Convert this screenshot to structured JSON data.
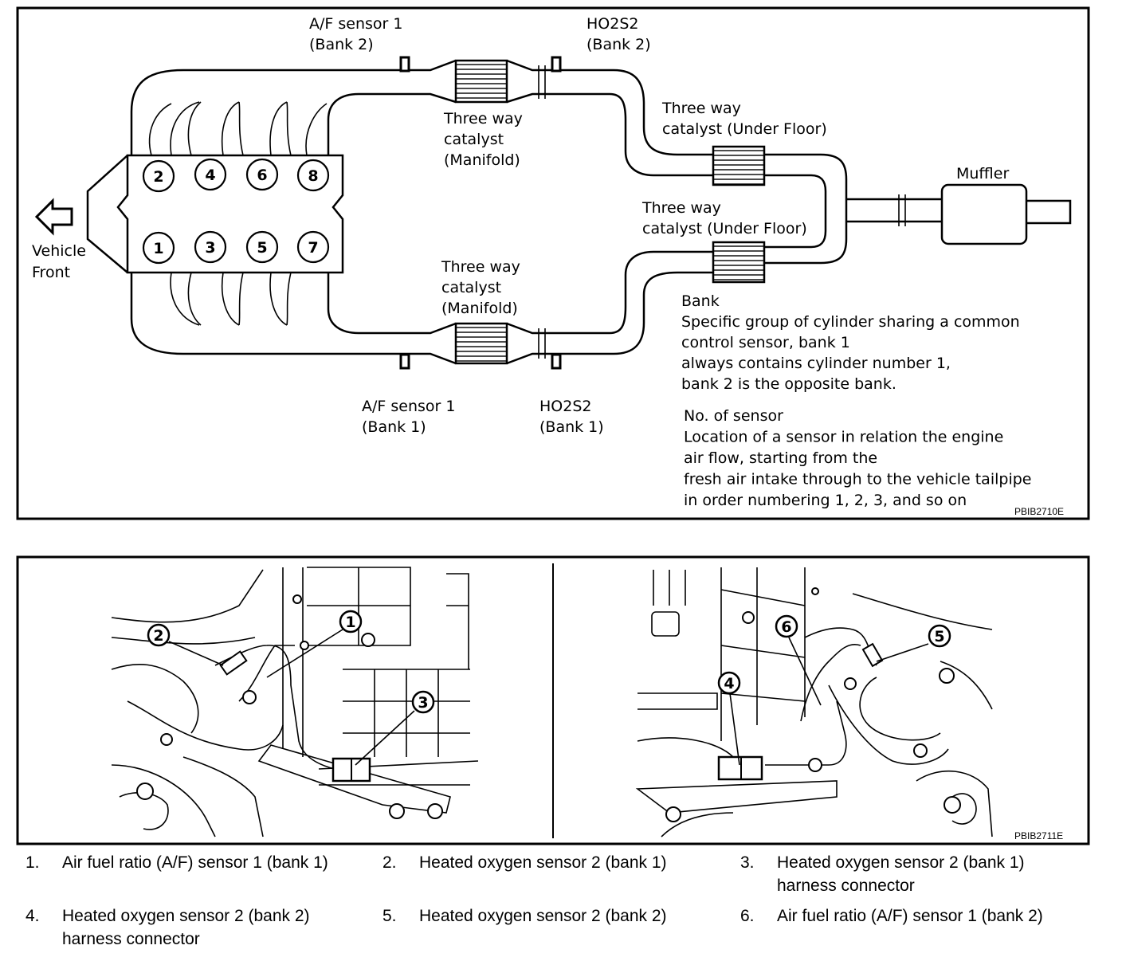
{
  "top_panel": {
    "labels": {
      "af_sensor_bank2": [
        "A/F sensor 1",
        "(Bank 2)"
      ],
      "ho2s2_bank2": [
        "HO2S2",
        "(Bank 2)"
      ],
      "catalyst_manifold_top": [
        "Three way",
        "catalyst",
        "(Manifold)"
      ],
      "catalyst_underfloor_top": [
        "Three way",
        "catalyst (Under Floor)"
      ],
      "muffler": "Muffler",
      "catalyst_underfloor_bottom": [
        "Three way",
        "catalyst (Under Floor)"
      ],
      "vehicle_front": [
        "Vehicle",
        "Front"
      ],
      "catalyst_manifold_bottom": [
        "Three way",
        "catalyst",
        "(Manifold)"
      ],
      "af_sensor_bank1": [
        "A/F sensor 1",
        "(Bank 1)"
      ],
      "ho2s2_bank1": [
        "HO2S2",
        "(Bank 1)"
      ]
    },
    "cylinders_top": [
      "2",
      "4",
      "6",
      "8"
    ],
    "cylinders_bottom": [
      "1",
      "3",
      "5",
      "7"
    ],
    "bank_note": [
      "Bank",
      "Specific group of cylinder sharing a common",
      "control sensor, bank 1",
      "always contains cylinder number 1,",
      "bank 2 is the opposite bank."
    ],
    "sensor_note": [
      "No. of sensor",
      "Location of a sensor in relation the engine",
      "air flow, starting from the",
      "fresh air intake through to the vehicle tailpipe",
      "in order numbering 1, 2, 3, and so on"
    ],
    "code": "PBIB2710E"
  },
  "bottom_panel": {
    "callouts": [
      "1",
      "2",
      "3",
      "4",
      "5",
      "6"
    ],
    "code": "PBIB2711E"
  },
  "legend": [
    {
      "num": "1.",
      "text": "Air fuel ratio (A/F) sensor 1 (bank 1)"
    },
    {
      "num": "2.",
      "text": "Heated oxygen sensor 2 (bank 1)"
    },
    {
      "num": "3.",
      "text": "Heated oxygen sensor 2 (bank 1)\nharness connector"
    },
    {
      "num": "4.",
      "text": "Heated oxygen sensor 2 (bank 2)\nharness connector"
    },
    {
      "num": "5.",
      "text": "Heated oxygen sensor 2 (bank 2)"
    },
    {
      "num": "6.",
      "text": "Air fuel ratio (A/F) sensor 1 (bank 2)"
    }
  ]
}
